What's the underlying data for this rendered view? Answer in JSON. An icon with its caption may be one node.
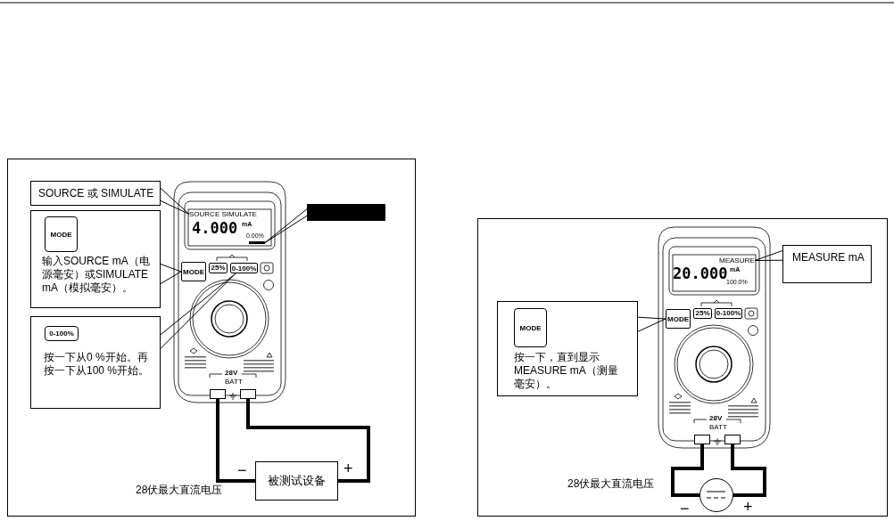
{
  "diagram": {
    "nodes": [
      {
        "text": [
          "SOURCE 或 SIMULATE"
        ]
      },
      {
        "text": [
          "输入SOURCE mA（电源毫安）或SIMULATE mA（模拟毫安）。"
        ]
      },
      {
        "text": [
          "MODE"
        ],
        "in": 1
      },
      {
        "text": [
          "按一下从0 %开始。再按一下从100 %开始。"
        ]
      },
      {
        "text": [
          "0-100%"
        ],
        "in": 3
      },
      {
        "text": [],
        "shape": "box"
      },
      {
        "text": [
          "SOURCE SIMULATE"
        ]
      },
      {
        "text": [],
        "shape": "bar"
      },
      {
        "text": [
          "MODE"
        ]
      },
      {
        "text": [
          "0-100%"
        ]
      },
      {
        "text": [],
        "shape": "box"
      },
      {
        "text": [],
        "shape": "box"
      },
      {
        "text": [
          "被测试设备"
        ]
      },
      {
        "text": [
          "MEASURE mA"
        ]
      },
      {
        "text": [
          "按一下，直到显示MEASURE mA（测量毫安）。"
        ]
      },
      {
        "text": [
          "MODE"
        ],
        "in": 14
      },
      {
        "text": [
          "MEASURE"
        ]
      },
      {
        "text": [
          "MODE"
        ]
      },
      {
        "text": [],
        "shape": "box"
      },
      {
        "text": [],
        "shape": "box"
      },
      {
        "text": [],
        "shape": "circle"
      }
    ],
    "edges": [
      {
        "from": 0,
        "to": 6,
        "arrow": "none"
      },
      {
        "from": 1,
        "to": 8,
        "arrow": "none"
      },
      {
        "from": 3,
        "to": 9,
        "arrow": "none"
      },
      {
        "from": 5,
        "to": 7,
        "arrow": "none"
      },
      {
        "from": 10,
        "to": 12,
        "arrow": "none",
        "style": "thick"
      },
      {
        "from": 11,
        "to": 12,
        "arrow": "none",
        "style": "thick"
      },
      {
        "from": 13,
        "to": 16,
        "arrow": "none"
      },
      {
        "from": 14,
        "to": 17,
        "arrow": "none"
      },
      {
        "from": 18,
        "to": 20,
        "arrow": "none",
        "style": "thick"
      },
      {
        "from": 19,
        "to": 20,
        "arrow": "none",
        "style": "thick"
      }
    ],
    "labels": [
      "4.000",
      "mA",
      "0.00%",
      "25%",
      "28V",
      "BATT",
      "−",
      "+",
      "28伏最大直流电压",
      "20.000",
      "mA",
      "100.0%",
      "25%",
      "0-100%",
      "28V",
      "BATT",
      "28伏最大直流电压",
      "−",
      "+"
    ]
  }
}
